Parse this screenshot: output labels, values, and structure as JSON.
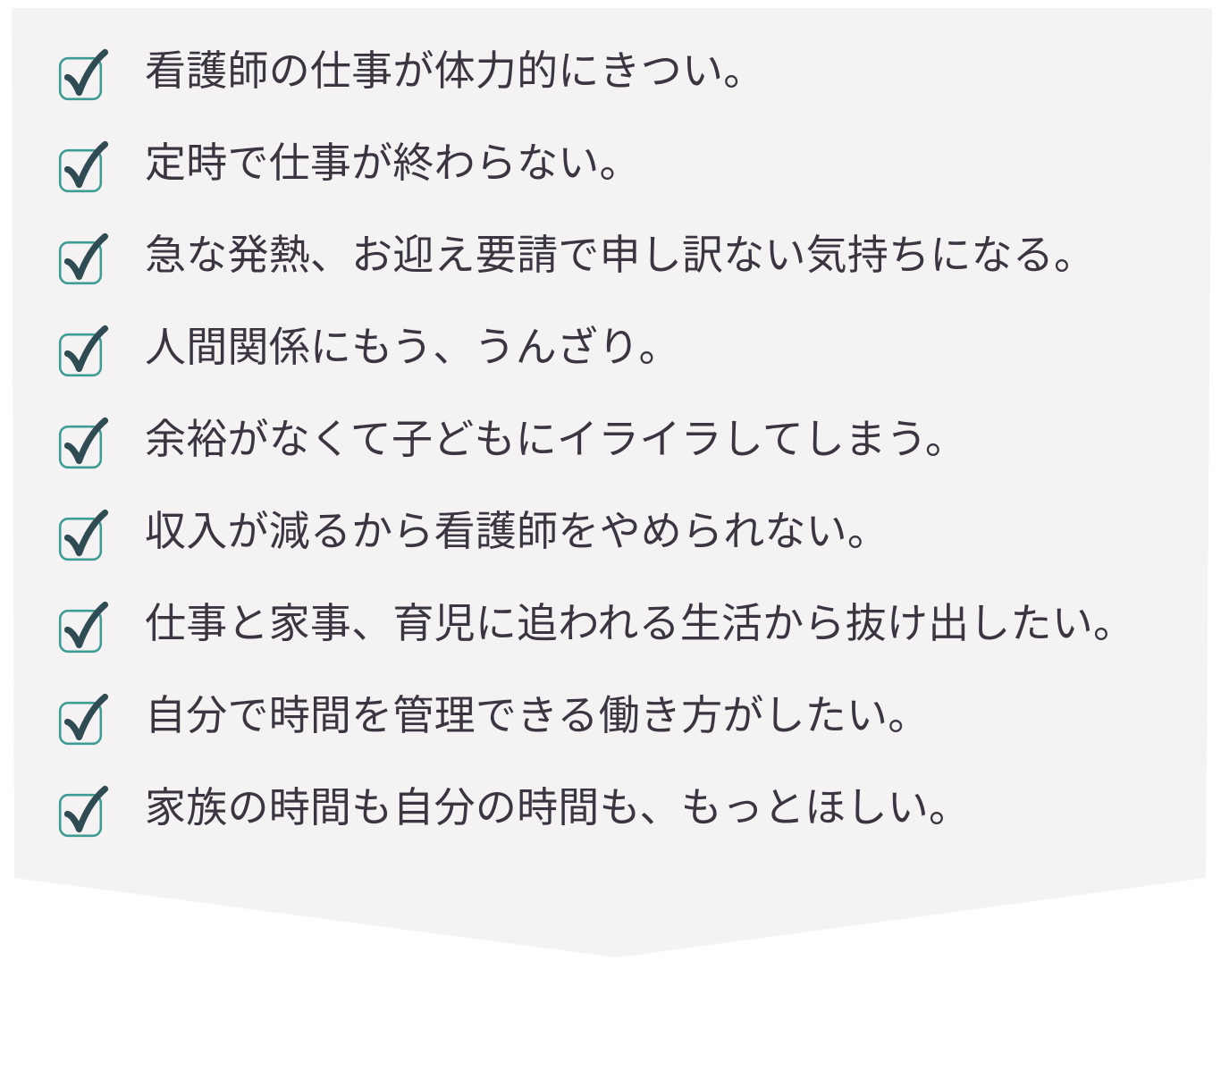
{
  "panel": {
    "background_color": "#f4f2f3",
    "page_background_color": "#ffffff",
    "shape": "notched-bottom-panel"
  },
  "checklist": {
    "icon_name": "checked-checkbox-icon",
    "checkbox_border_color": "#3e9d93",
    "checkmark_color": "#2f4b53",
    "text_color": "#3a3540",
    "items": [
      {
        "label": "看護師の仕事が体力的にきつい。",
        "checked": true
      },
      {
        "label": "定時で仕事が終わらない。",
        "checked": true
      },
      {
        "label": "急な発熱、お迎え要請で申し訳ない気持ちになる。",
        "checked": true
      },
      {
        "label": "人間関係にもう、うんざり。",
        "checked": true
      },
      {
        "label": "余裕がなくて子どもにイライラしてしまう。",
        "checked": true
      },
      {
        "label": "収入が減るから看護師をやめられない。",
        "checked": true
      },
      {
        "label": "仕事と家事、育児に追われる生活から抜け出したい。",
        "checked": true
      },
      {
        "label": "自分で時間を管理できる働き方がしたい。",
        "checked": true
      },
      {
        "label": "家族の時間も自分の時間も、もっとほしい。",
        "checked": true
      }
    ]
  }
}
